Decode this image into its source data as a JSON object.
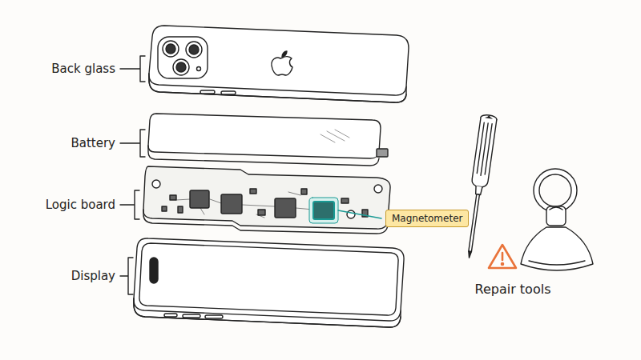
{
  "diagram": {
    "nodes": [
      {
        "text": [
          "Magnetometer"
        ]
      }
    ],
    "labels": [
      "Back glass",
      "Battery",
      "Logic board",
      "Display",
      "Repair tools"
    ]
  }
}
